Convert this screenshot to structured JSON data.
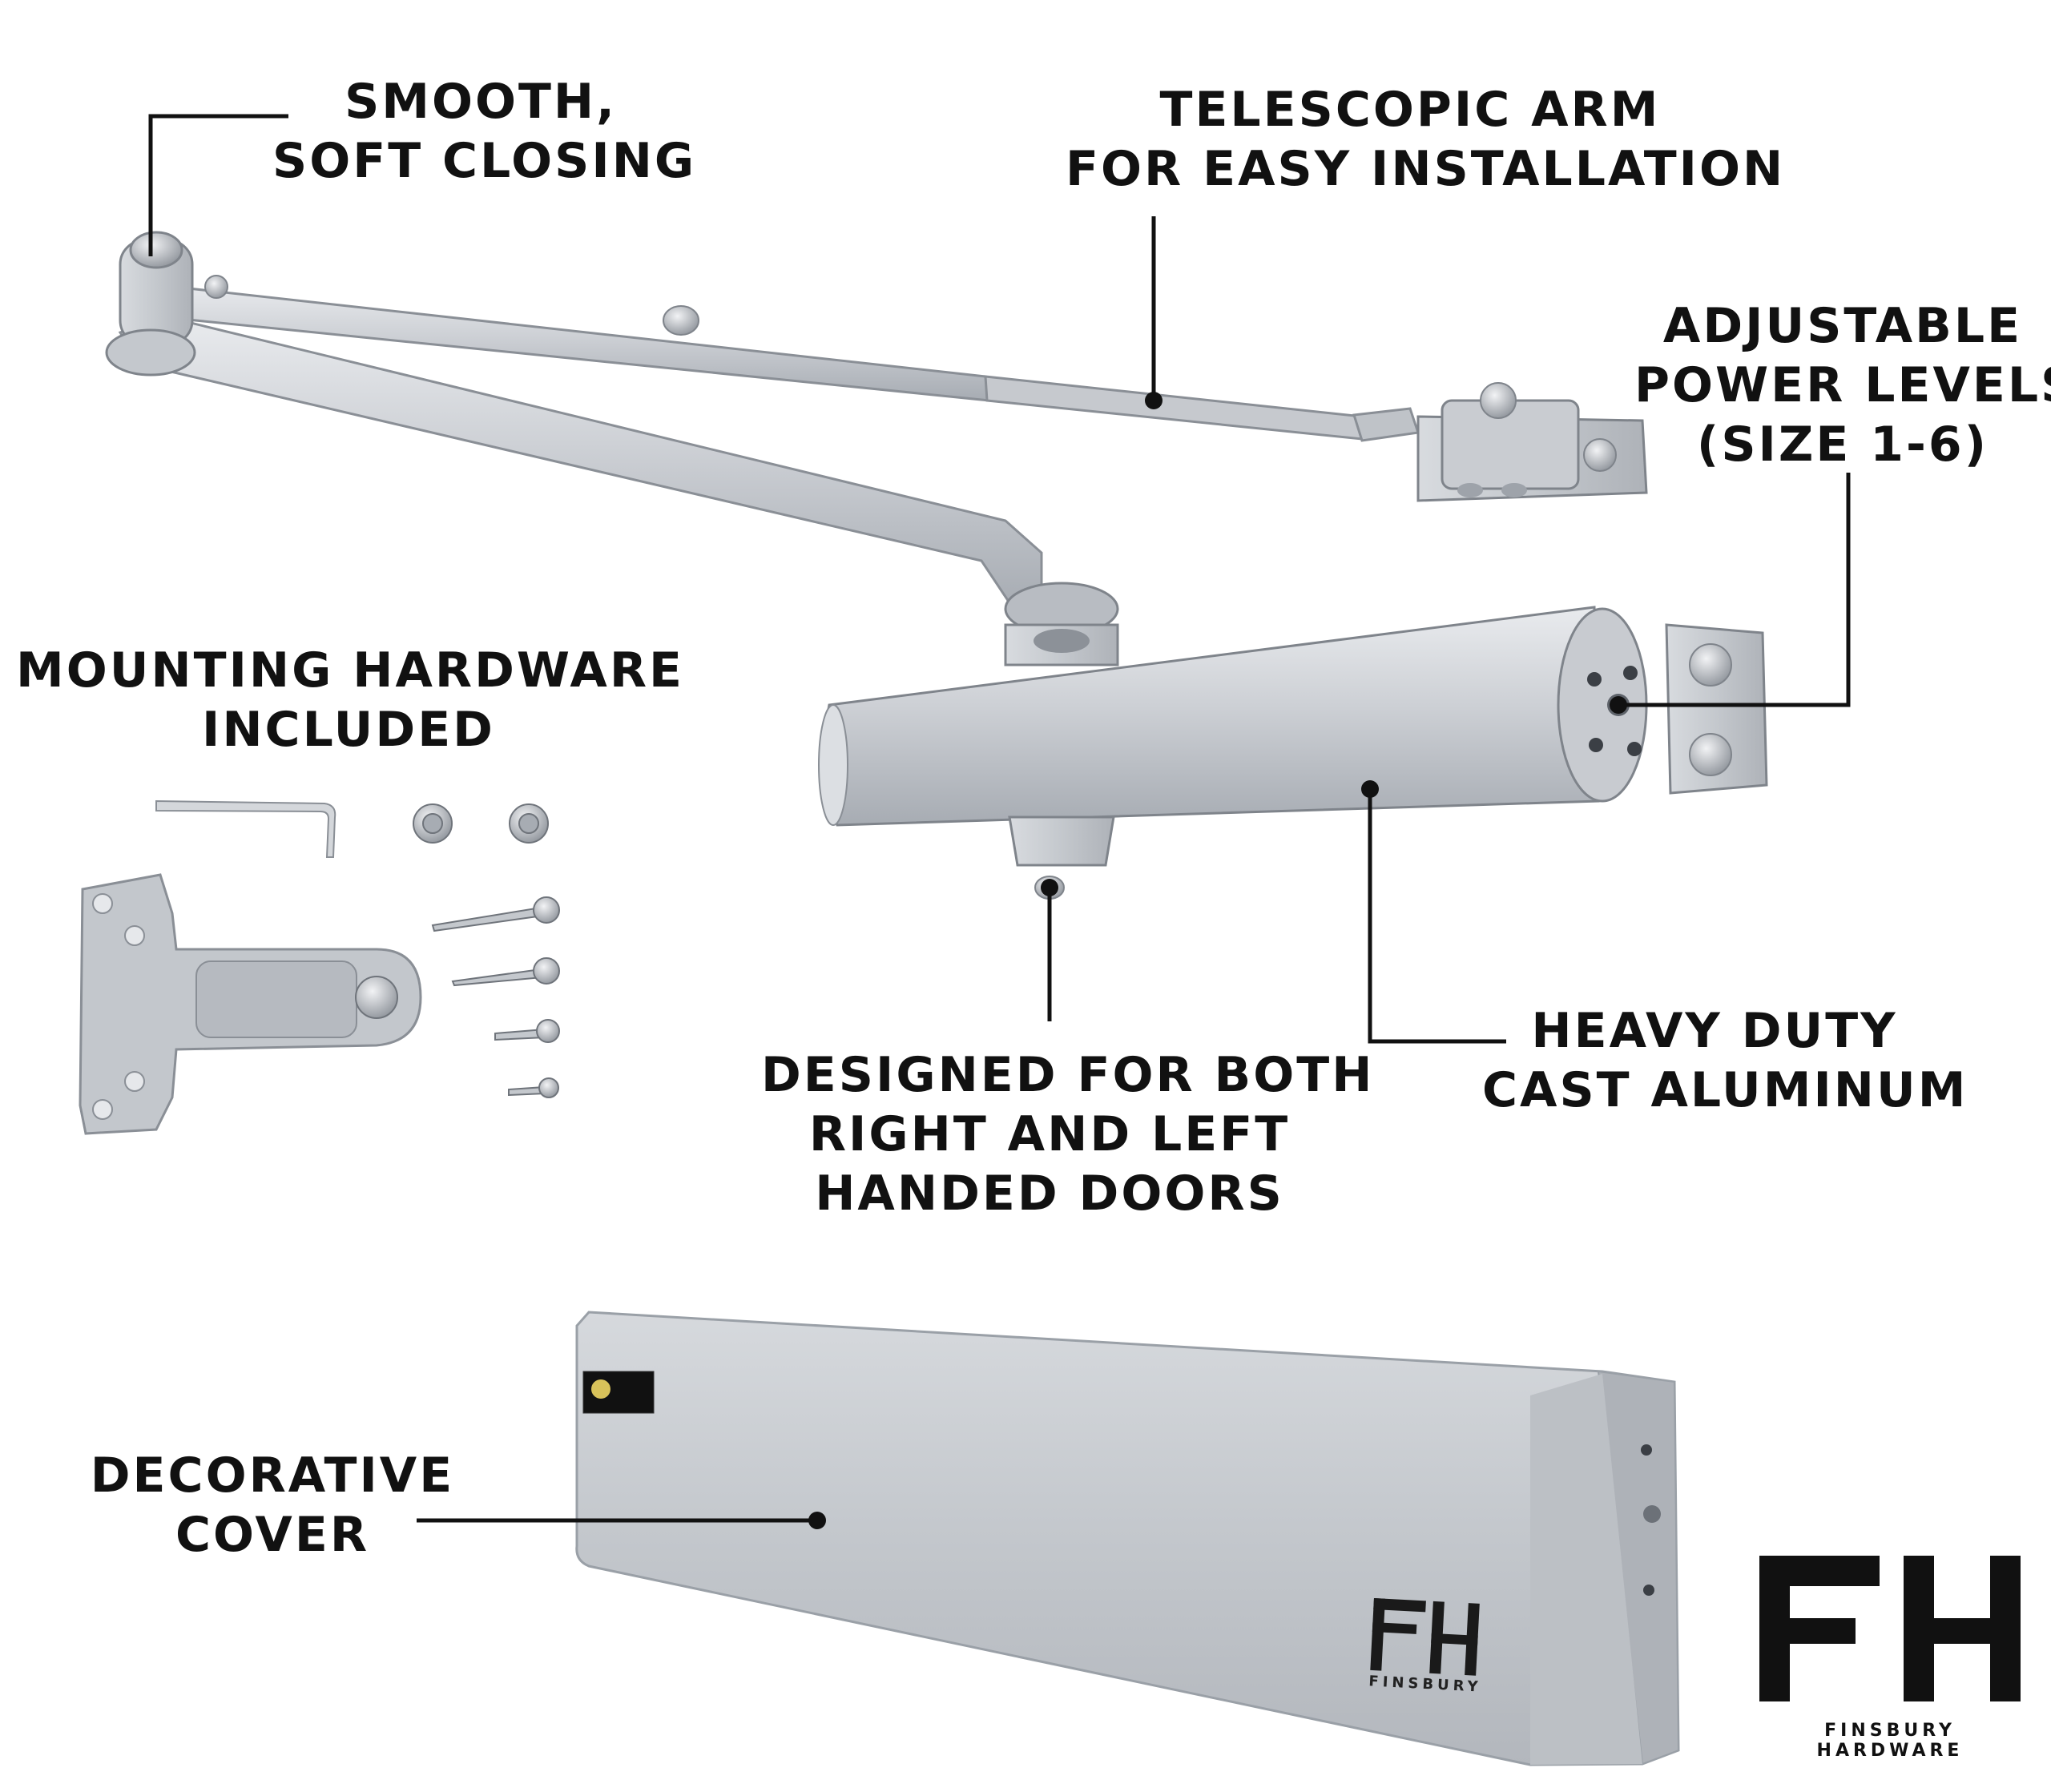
{
  "callouts": {
    "smooth": [
      "SMOOTH,",
      "SOFT CLOSING"
    ],
    "telescopic": [
      "TELESCOPIC ARM",
      "FOR EASY INSTALLATION"
    ],
    "adjustable": [
      "ADJUSTABLE",
      "POWER LEVELS",
      "(SIZE 1-6)"
    ],
    "mounting": [
      "MOUNTING HARDWARE",
      "INCLUDED"
    ],
    "designed": [
      "DESIGNED FOR BOTH",
      "RIGHT AND LEFT",
      "HANDED DOORS"
    ],
    "heavy_duty": [
      "HEAVY DUTY",
      "CAST ALUMINUM"
    ],
    "decorative": [
      "DECORATIVE",
      "COVER"
    ]
  },
  "brand": {
    "monogram": "FH",
    "name": "FINSBURY HARDWARE",
    "cover_name": "FINSBURY"
  },
  "colors": {
    "ink": "#111111",
    "aluminum": "#c9ccd1",
    "aluminum_dark": "#9ea3aa",
    "aluminum_light": "#e6e8eb"
  }
}
